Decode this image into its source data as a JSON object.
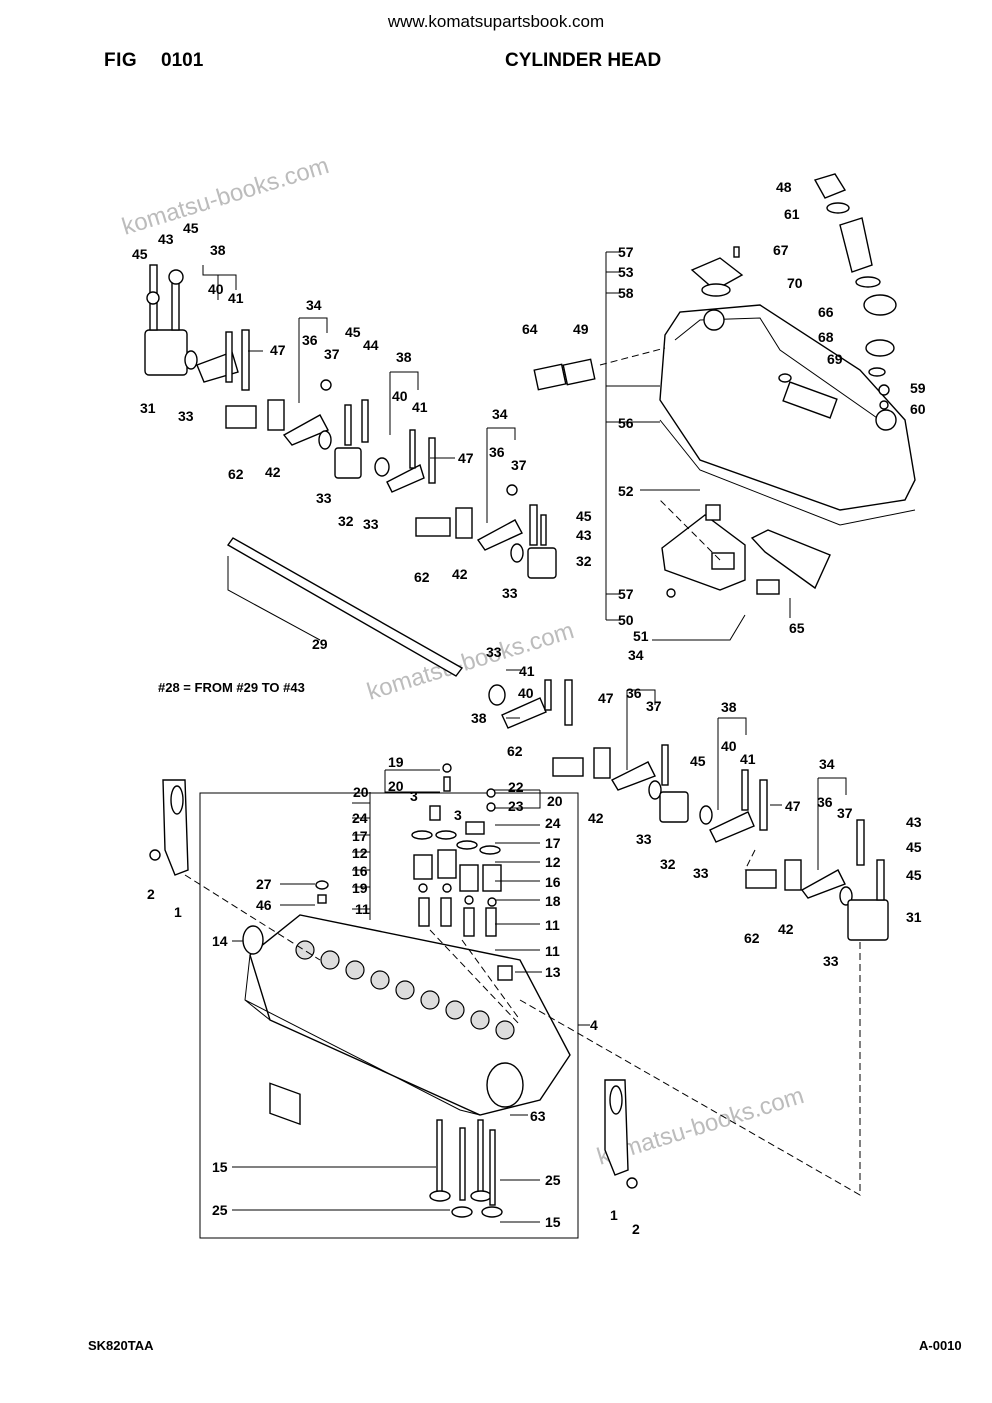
{
  "site_url": "www.komatsupartsbook.com",
  "figure": {
    "label": "FIG",
    "number": "0101",
    "title": "CYLINDER HEAD"
  },
  "footer": {
    "model": "SK820TAA",
    "page": "A-0010"
  },
  "note": "#28 = FROM #29 TO #43",
  "watermark": "komatsu-books.com",
  "callouts": {
    "upper_left": [
      "45",
      "43",
      "45",
      "38",
      "40",
      "41",
      "47",
      "31",
      "33",
      "62",
      "42",
      "34",
      "36",
      "37",
      "45",
      "44",
      "32",
      "33",
      "38",
      "40",
      "41",
      "47"
    ],
    "upper_middle": [
      "34",
      "36",
      "37",
      "45",
      "43",
      "62",
      "42",
      "33",
      "32",
      "29",
      "64"
    ],
    "cover": [
      "57",
      "53",
      "58",
      "49",
      "56",
      "52",
      "57",
      "50",
      "51",
      "65",
      "48",
      "61",
      "67",
      "70",
      "66",
      "68",
      "69",
      "59",
      "60"
    ],
    "middle": [
      "33",
      "41",
      "40",
      "47",
      "38",
      "62",
      "42",
      "34",
      "36",
      "37",
      "45",
      "33",
      "32"
    ],
    "right": [
      "38",
      "40",
      "41",
      "47",
      "34",
      "36",
      "37",
      "43",
      "45",
      "45",
      "31",
      "33",
      "62",
      "42",
      "33"
    ],
    "head": [
      "19",
      "20",
      "3",
      "20",
      "24",
      "17",
      "12",
      "16",
      "19",
      "11",
      "22",
      "23",
      "20",
      "3",
      "24",
      "17",
      "12",
      "16",
      "18",
      "11",
      "11",
      "13",
      "27",
      "46",
      "14",
      "4",
      "63",
      "15",
      "25",
      "25",
      "15",
      "1",
      "2",
      "1",
      "2"
    ]
  }
}
